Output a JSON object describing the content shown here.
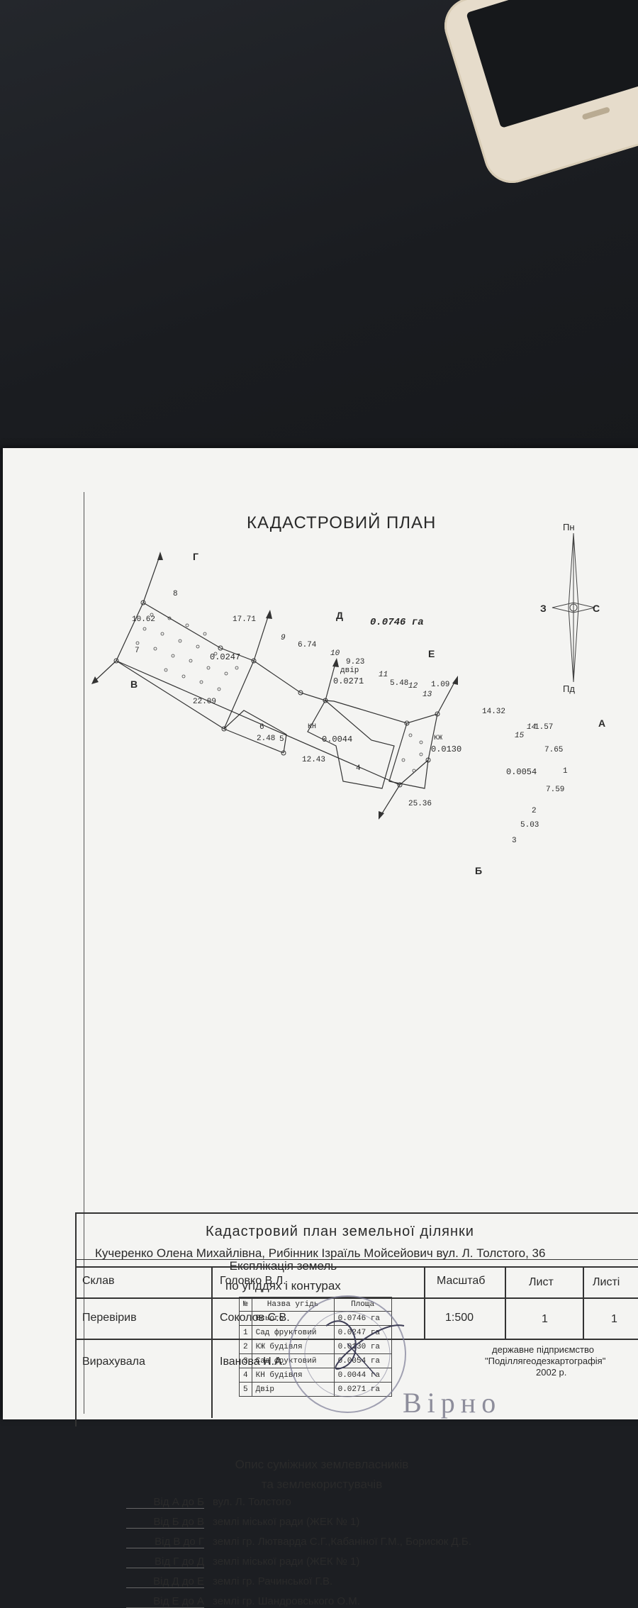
{
  "document": {
    "title": "КАДАСТРОВИЙ ПЛАН",
    "total_area": "0.0746 га",
    "compass": {
      "north": "Пн",
      "south": "Пд",
      "west": "З",
      "east": "С"
    },
    "plan": {
      "directions": [
        "А",
        "Б",
        "В",
        "Г",
        "Д",
        "Е"
      ],
      "points": [
        "1",
        "2",
        "3",
        "4",
        "5",
        "6",
        "7",
        "8",
        "9",
        "10",
        "11",
        "12",
        "13",
        "14",
        "15"
      ],
      "lengths": [
        "10.62",
        "17.71",
        "6.74",
        "9.23",
        "5.48",
        "1.09",
        "14.32",
        "1.57",
        "7.65",
        "7.59",
        "5.03",
        "25.36",
        "12.43",
        "2.48",
        "22.09"
      ],
      "contours": [
        {
          "code": "",
          "area": "0.0247"
        },
        {
          "code": "двір",
          "area": "0.0271"
        },
        {
          "code": "КН",
          "area": "0.0044"
        },
        {
          "code": "КЖ",
          "area": "0.0130"
        },
        {
          "code": "",
          "area": "0.0054"
        }
      ]
    },
    "explication": {
      "title_line1": "Експлікація земель",
      "title_line2": "по угіддях і контурах",
      "headers": [
        "№",
        "Назва угідь",
        "Площа"
      ],
      "rows": [
        {
          "n": "",
          "name": "Всього",
          "area": "0.0746 га"
        },
        {
          "n": "1",
          "name": "Сад фруктовий",
          "area": "0.0247 га"
        },
        {
          "n": "2",
          "name": "КЖ будівля",
          "area": "0.0130 га"
        },
        {
          "n": "3",
          "name": "Сад фруктовий",
          "area": "0.0054 га"
        },
        {
          "n": "4",
          "name": "КН будівля",
          "area": "0.0044 га"
        },
        {
          "n": "5",
          "name": "Двір",
          "area": "0.0271 га"
        }
      ]
    },
    "adjacent": {
      "title_line1": "Опис суміжних землевласників",
      "title_line2": "та землекористувачів",
      "rows": [
        {
          "from": "Від А до Б",
          "desc": "вул. Л. Толстого"
        },
        {
          "from": "Від Б до В",
          "desc": "землі міської ради (ЖЕК № 1)"
        },
        {
          "from": "Від В до Г",
          "desc": "землі гр. Лютварда С.Г.,Кабаніної Г.М., Борисюк Д.Б."
        },
        {
          "from": "Від Г до Д",
          "desc": "землі міської ради (ЖЕК № 1)"
        },
        {
          "from": "Від Д до Е",
          "desc": "землі гр. Рачинської Г.В."
        },
        {
          "from": "Від Е до А",
          "desc": "землі гр. Шандровського О.М."
        }
      ]
    },
    "stamp_block": {
      "title": "Кадастровий план земельної ділянки",
      "owners": "Кучеренко Олена Михайлівна, Рибінник Ізраїль Мойсейович вул. Л. Толстого, 36",
      "roles": [
        {
          "role": "Склав",
          "name": "Головко В.Л."
        },
        {
          "role": "Перевірив",
          "name": "Соколов С.В."
        },
        {
          "role": "Вирахувала",
          "name": "Іванова Н.А."
        }
      ],
      "scale_label": "Масштаб",
      "scale_value": "1:500",
      "sheet_label": "Лист",
      "sheet_value": "1",
      "sheets_label": "Листі",
      "sheets_value": "1",
      "org_line1": "державне підприємство",
      "org_line2": "\"Поділлягеодезкартографія\"",
      "org_year": "2002 р.",
      "verno": "Вірно"
    }
  }
}
